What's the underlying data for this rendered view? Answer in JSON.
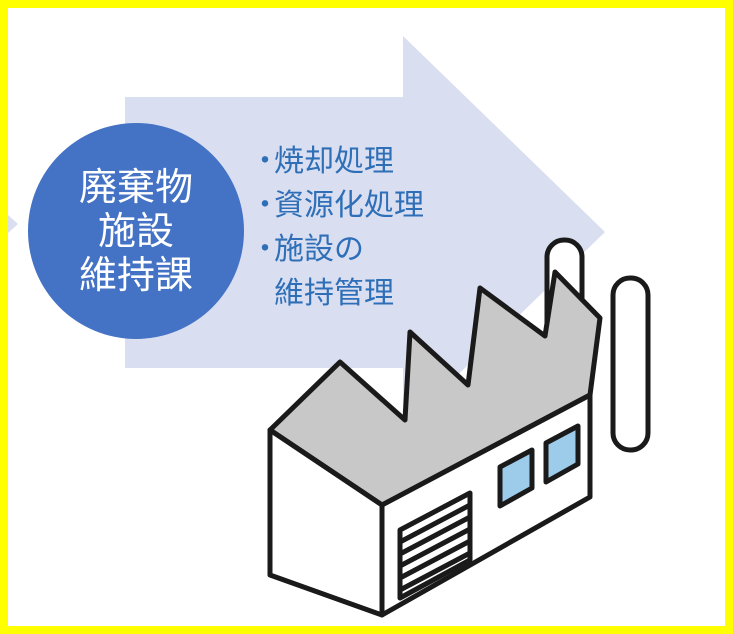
{
  "department": {
    "lines": [
      "廃棄物",
      "施設",
      "維持課"
    ]
  },
  "tasks": [
    {
      "bullet": "・",
      "lines": [
        "焼却処理"
      ]
    },
    {
      "bullet": "・",
      "lines": [
        "資源化処理"
      ]
    },
    {
      "bullet": "・",
      "lines": [
        "施設の",
        "維持管理"
      ]
    }
  ],
  "colors": {
    "frame_border": "#ffff00",
    "arrow": "#d9def0",
    "circle": "#4472c4",
    "task_text": "#2e6fb8",
    "roof": "#c8c8c8",
    "window": "#9dcbea"
  },
  "icons": [
    "factory-icon",
    "chimney-icon",
    "garage-door-icon",
    "window-icon"
  ]
}
